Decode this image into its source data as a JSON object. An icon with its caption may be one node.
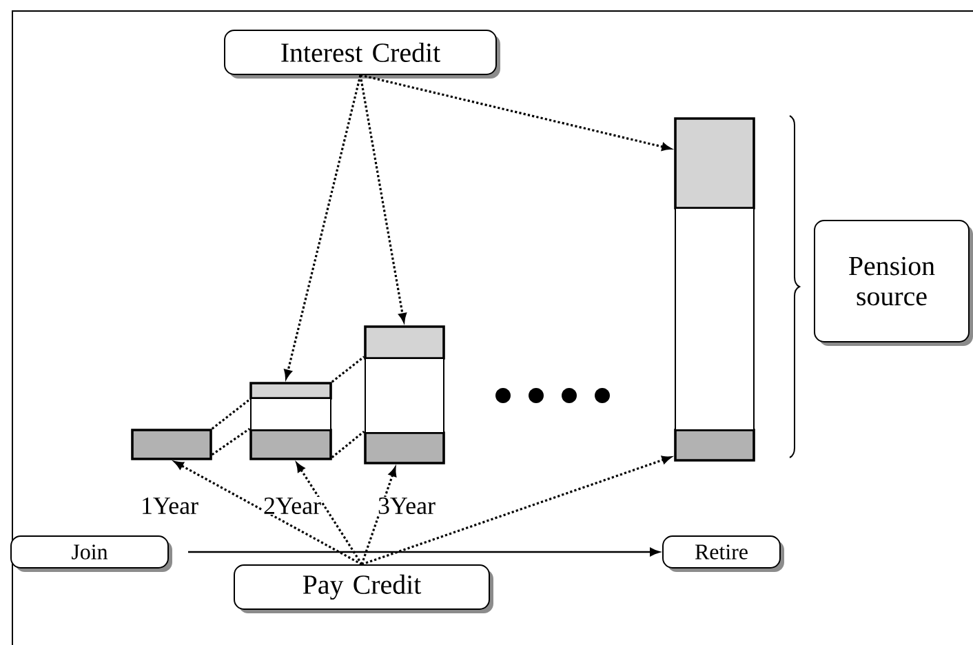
{
  "diagram": {
    "nodes": [
      {
        "text": [
          "Interest Credit"
        ]
      },
      {
        "text": [
          "Pension source"
        ]
      },
      {
        "text": [
          "Join"
        ]
      },
      {
        "text": [
          "Retire"
        ]
      },
      {
        "text": [
          "Pay Credit"
        ]
      },
      {
        "text": [],
        "shape": "bar"
      },
      {
        "text": [],
        "shape": "bar"
      },
      {
        "text": [],
        "shape": "bar"
      },
      {
        "text": [],
        "shape": "bar"
      },
      {
        "text": [],
        "shape": "bar"
      },
      {
        "text": [],
        "shape": "bar"
      },
      {
        "text": [],
        "shape": "bar"
      },
      {
        "text": [],
        "shape": "box"
      },
      {
        "text": [],
        "shape": "box"
      },
      {
        "text": [],
        "shape": "box"
      }
    ],
    "edges": [
      {
        "from": 0,
        "to": 6,
        "arrow": "to",
        "style": "dashed"
      },
      {
        "from": 0,
        "to": 8,
        "arrow": "to",
        "style": "dashed"
      },
      {
        "from": 0,
        "to": 10,
        "arrow": "to",
        "style": "dashed"
      },
      {
        "from": 4,
        "to": 5,
        "arrow": "to",
        "style": "dashed"
      },
      {
        "from": 4,
        "to": 7,
        "arrow": "to",
        "style": "dashed"
      },
      {
        "from": 4,
        "to": 9,
        "arrow": "to",
        "style": "dashed"
      },
      {
        "from": 4,
        "to": 11,
        "arrow": "to",
        "style": "dashed"
      },
      {
        "from": 2,
        "to": 3,
        "arrow": "to"
      },
      {
        "from": 5,
        "to": 6,
        "arrow": "none",
        "style": "dashed"
      },
      {
        "from": 5,
        "to": 7,
        "arrow": "none",
        "style": "dashed"
      },
      {
        "from": 6,
        "to": 8,
        "arrow": "none",
        "style": "dashed"
      },
      {
        "from": 7,
        "to": 9,
        "arrow": "none",
        "style": "dashed"
      }
    ],
    "labels": [
      "1Year",
      "2Year",
      "3Year"
    ]
  }
}
